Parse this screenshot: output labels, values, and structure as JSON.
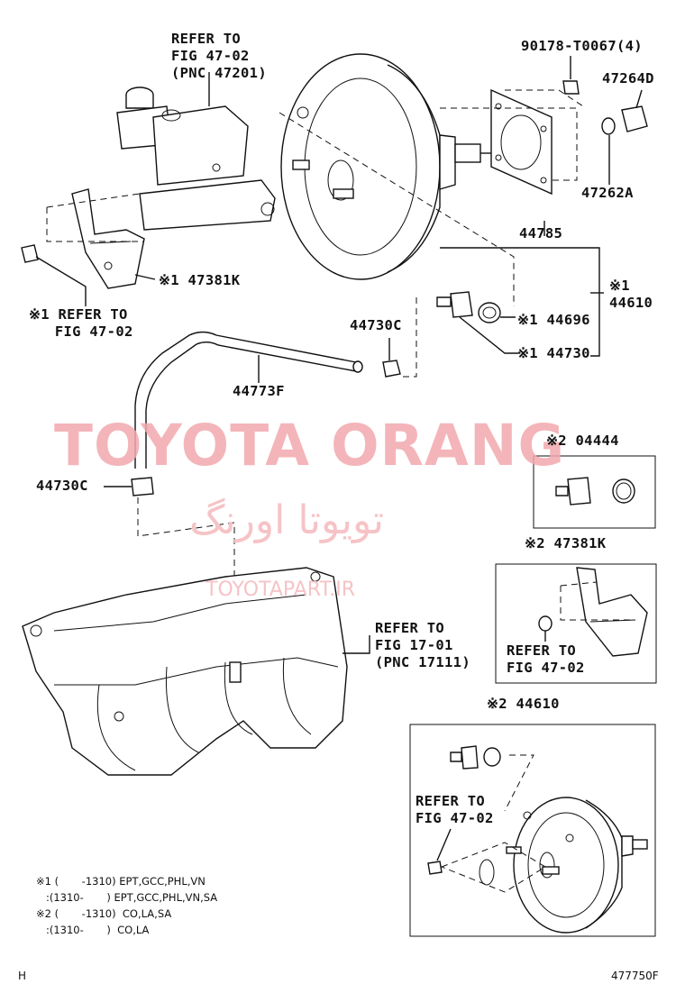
{
  "diagram": {
    "figure_number": "477750F",
    "corner_mark": "H",
    "labels": {
      "refer_47201": "REFER TO\nFIG 47-02\n(PNC 47201)",
      "p_90178": "90178-T0067(4)",
      "p_47264D": "47264D",
      "p_47262A": "47262A",
      "p_44785": "44785",
      "p_47381K_1": "※1 47381K",
      "refer_4702_a": "※1 REFER TO\n   FIG 47-02",
      "p_44610_1": "※1\n44610",
      "p_44730C_a": "44730C",
      "p_44696": "※1 44696",
      "p_44730": "※1 44730",
      "p_44773F": "44773F",
      "p_44730C_b": "44730C",
      "p_04444": "※2 04444",
      "p_47381K_2": "※2 47381K",
      "refer_4702_b": "REFER TO\nFIG 47-02",
      "refer_17111": "REFER TO\nFIG 17-01\n(PNC 17111)",
      "p_44610_2": "※2 44610",
      "refer_4702_c": "REFER TO\nFIG 47-02"
    },
    "notes": [
      "※1 (       -1310) EPT,GCC,PHL,VN",
      "   :(1310-       ) EPT,GCC,PHL,VN,SA",
      "※2 (       -1310)  CO,LA,SA",
      "   :(1310-       )  CO,LA"
    ]
  },
  "watermark": {
    "brand": "TOYOTA ORANG",
    "brand_fa": "تویوتا اورنگ",
    "url": "TOYOTAPART.IR",
    "color": "#f2a9ad"
  }
}
